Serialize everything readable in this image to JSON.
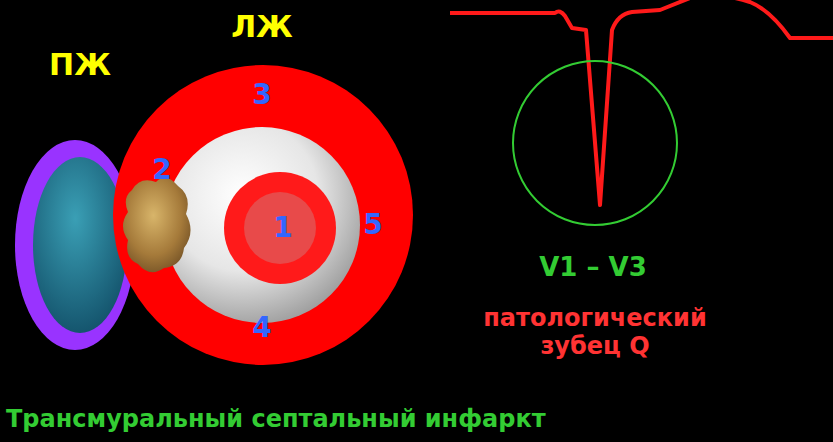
{
  "diagram": {
    "caption": "Трансмуральный септальный инфаркт",
    "labels": [
      "ЛЖ",
      "ПЖ",
      "3",
      "2",
      "1",
      "5",
      "4",
      "V1 – V3",
      "патологический зубец Q"
    ]
  }
}
